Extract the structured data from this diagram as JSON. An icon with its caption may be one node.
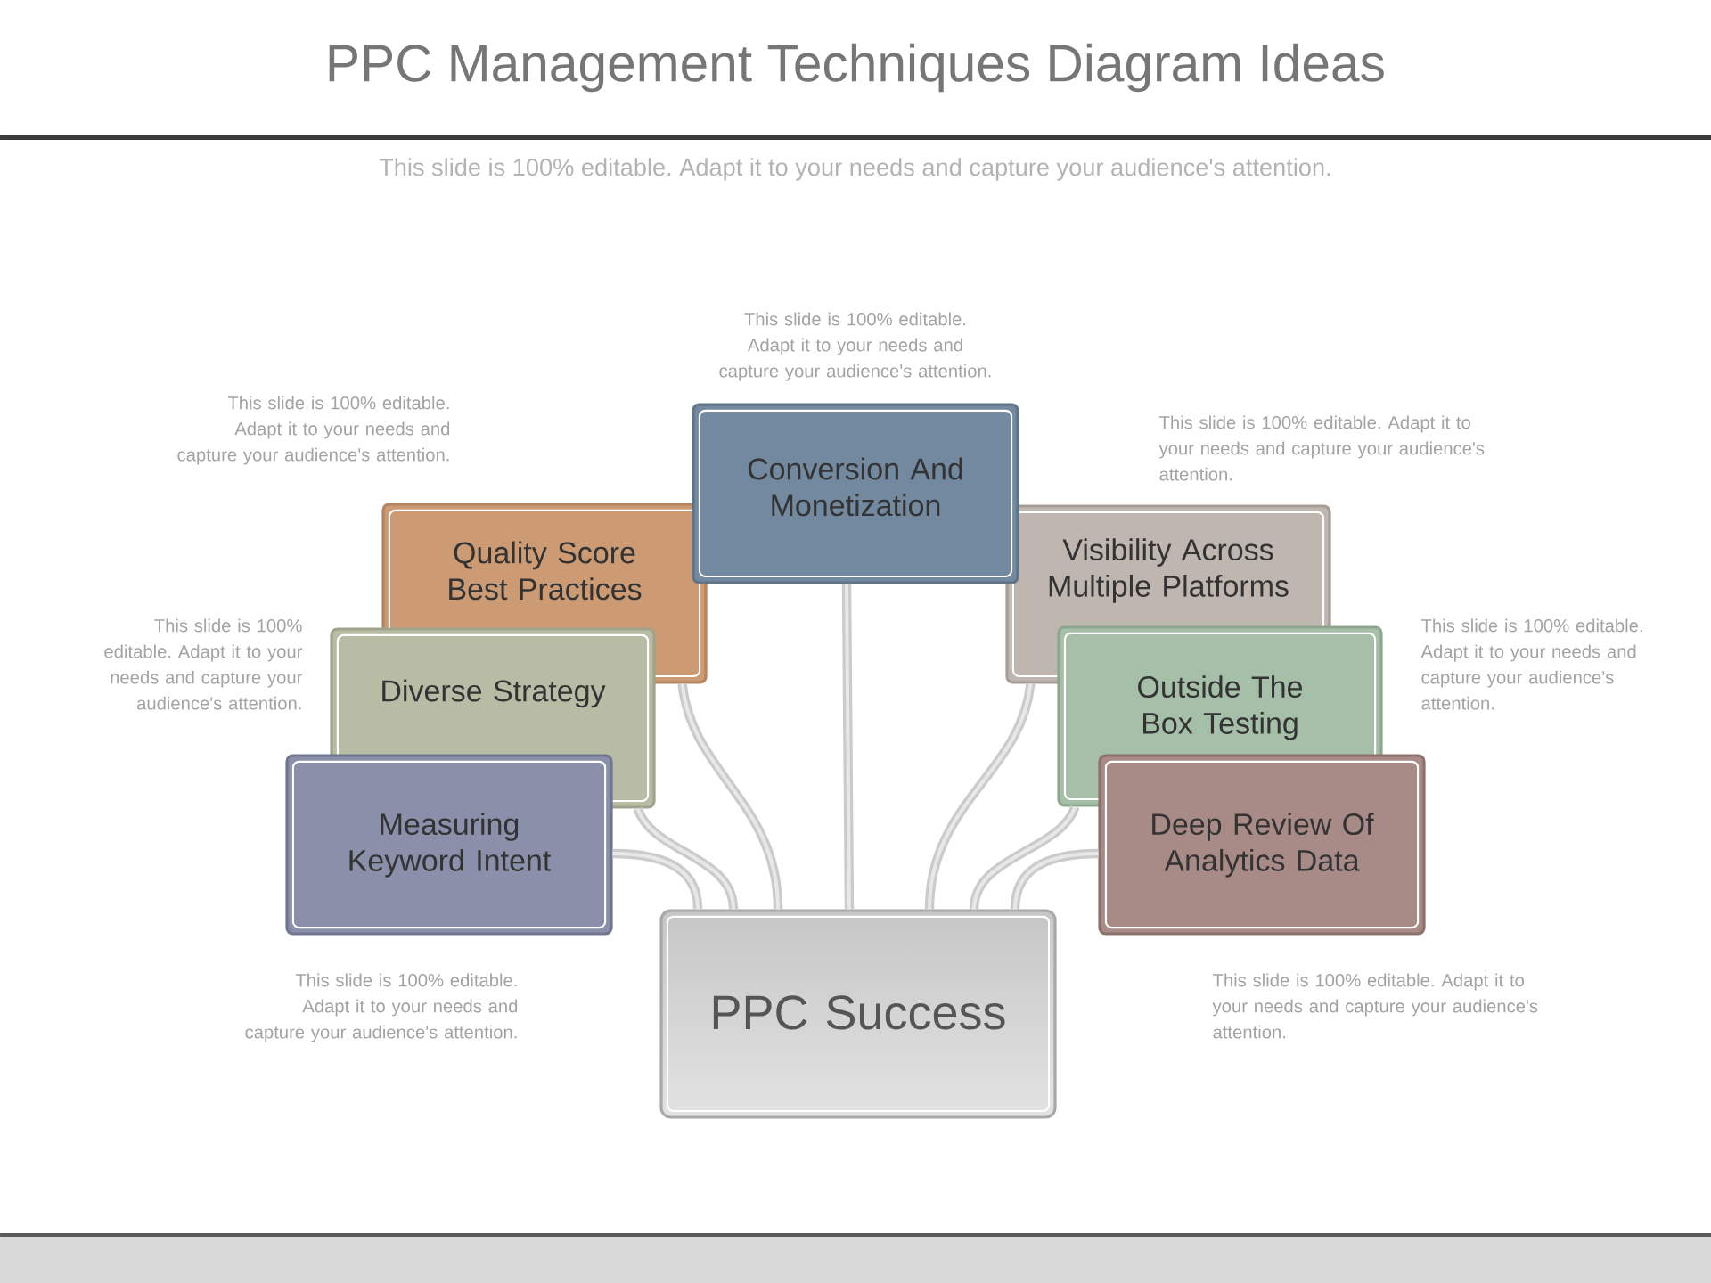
{
  "diagram": {
    "title": "PPC Management Techniques Diagram Ideas",
    "nodes": [
      {
        "text": [
          "Conversion And Monetization"
        ],
        "beside": [
          "This slide is 100% editable. Adapt it to your needs and capture your audience's attention."
        ]
      },
      {
        "text": [
          "Quality Score Best Practices"
        ],
        "beside": [
          "This slide is 100% editable. Adapt it to your needs and capture your audience's attention."
        ]
      },
      {
        "text": [
          "Visibility Across Multiple Platforms"
        ],
        "beside": [
          "This slide is 100% editable. Adapt it to your needs and capture your audience's attention."
        ]
      },
      {
        "text": [
          "Diverse Strategy"
        ],
        "beside": [
          "This slide is 100% editable. Adapt it to your needs and capture your audience's attention."
        ]
      },
      {
        "text": [
          "Outside The Box Testing"
        ],
        "beside": [
          "This slide is 100% editable. Adapt it to your needs and capture your audience's attention."
        ]
      },
      {
        "text": [
          "Measuring Keyword Intent"
        ],
        "beside": [
          "This slide is 100% editable. Adapt it to your needs and capture your audience's attention."
        ]
      },
      {
        "text": [
          "Deep Review Of Analytics Data"
        ],
        "beside": [
          "This slide is 100% editable. Adapt it to your needs and capture your audience's attention."
        ]
      },
      {
        "text": [
          "PPC Success"
        ]
      }
    ],
    "edges": [
      {
        "from": 7,
        "to": 0,
        "arrow": "none"
      },
      {
        "from": 7,
        "to": 1,
        "arrow": "none"
      },
      {
        "from": 7,
        "to": 2,
        "arrow": "none"
      },
      {
        "from": 7,
        "to": 3,
        "arrow": "none"
      },
      {
        "from": 7,
        "to": 4,
        "arrow": "none"
      },
      {
        "from": 7,
        "to": 5,
        "arrow": "none"
      },
      {
        "from": 7,
        "to": 6,
        "arrow": "none"
      }
    ],
    "labels": [
      "This slide is 100% editable. Adapt it to your needs and capture your audience's attention."
    ]
  }
}
